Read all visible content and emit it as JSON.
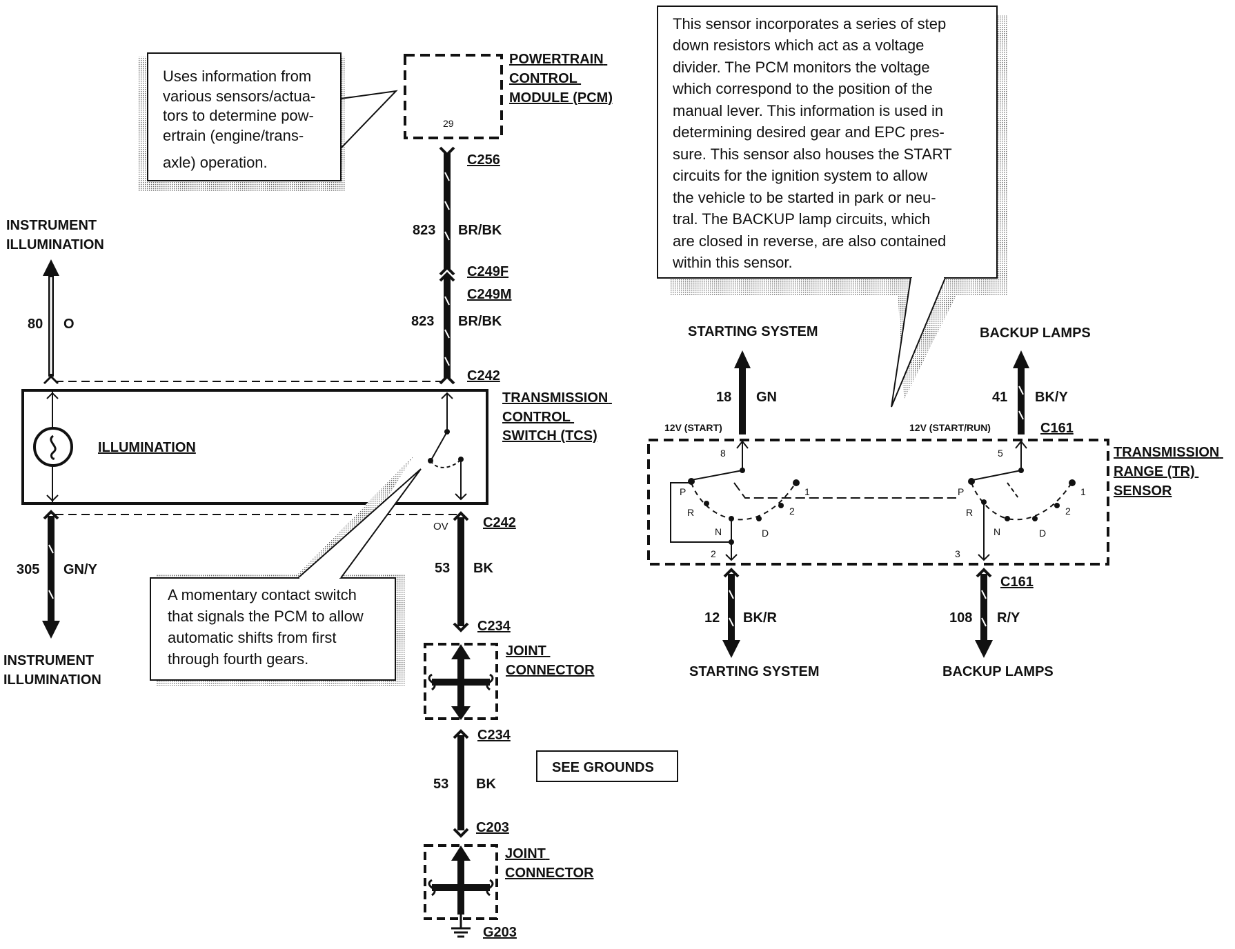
{
  "callouts": {
    "pcm_note": [
      "Uses information from",
      "various sensors/actua-",
      "tors to determine pow-",
      "ertrain (engine/trans-",
      "axle) operation."
    ],
    "switch_note": [
      "A momentary contact switch",
      "that signals the PCM to allow",
      "automatic shifts from first",
      "through fourth gears."
    ],
    "sensor_note": [
      "This sensor incorporates a series of step",
      "down resistors which act as a voltage",
      "divider. The PCM monitors the voltage",
      "which correspond to the position of the",
      "manual lever. This information is used in",
      "determining desired gear and EPC pres-",
      "sure. This sensor also houses the START",
      "circuits for the ignition system to allow",
      "the vehicle to be started in park or neu-",
      "tral. The BACKUP lamp circuits, which",
      "are closed in reverse, are also contained",
      "within this sensor."
    ]
  },
  "components": {
    "pcm": [
      "POWERTRAIN",
      "CONTROL",
      "MODULE (PCM)"
    ],
    "pcm_pin": "29",
    "tcs": [
      "TRANSMISSION",
      "CONTROL",
      "SWITCH (TCS)"
    ],
    "illumination": "ILLUMINATION",
    "joint1": [
      "JOINT",
      "CONNECTOR"
    ],
    "joint2": [
      "JOINT",
      "CONNECTOR"
    ],
    "see_grounds": "SEE GROUNDS",
    "tr": [
      "TRANSMISSION",
      "RANGE (TR)",
      "SENSOR"
    ]
  },
  "destinations": {
    "instr_top": [
      "INSTRUMENT",
      "ILLUMINATION"
    ],
    "instr_bottom": [
      "INSTRUMENT",
      "ILLUMINATION"
    ],
    "start_top": "STARTING SYSTEM",
    "start_bottom": "STARTING SYSTEM",
    "backup_top": "BACKUP LAMPS",
    "backup_bottom": "BACKUP LAMPS"
  },
  "connectors": {
    "c256": "C256",
    "c249f": "C249F",
    "c249m": "C249M",
    "c242_top": "C242",
    "c242_bottom": "C242",
    "c234_a": "C234",
    "c234_b": "C234",
    "c203": "C203",
    "g203": "G203",
    "c161_top": "C161",
    "c161_bottom": "C161"
  },
  "wires": {
    "w823a": {
      "num": "823",
      "color": "BR/BK"
    },
    "w823b": {
      "num": "823",
      "color": "BR/BK"
    },
    "w80": {
      "num": "80",
      "color": "O"
    },
    "w305": {
      "num": "305",
      "color": "GN/Y"
    },
    "w53a": {
      "num": "53",
      "color": "BK"
    },
    "w53b": {
      "num": "53",
      "color": "BK"
    },
    "w18": {
      "num": "18",
      "color": "GN"
    },
    "w41": {
      "num": "41",
      "color": "BK/Y"
    },
    "w12": {
      "num": "12",
      "color": "BK/R"
    },
    "w108": {
      "num": "108",
      "color": "R/Y"
    }
  },
  "tr_labels": {
    "v_start": "12V (START)",
    "v_startrun": "12V (START/RUN)",
    "pin8": "8",
    "pin5": "5",
    "pin2": "2",
    "pin3": "3",
    "left_p": "P",
    "left_r": "R",
    "left_n": "N",
    "left_d": "D",
    "left_2": "2",
    "left_1": "1",
    "right_p": "P",
    "right_r": "R",
    "right_n": "N",
    "right_d": "D",
    "right_2": "2",
    "right_1": "1",
    "ov": "OV"
  }
}
